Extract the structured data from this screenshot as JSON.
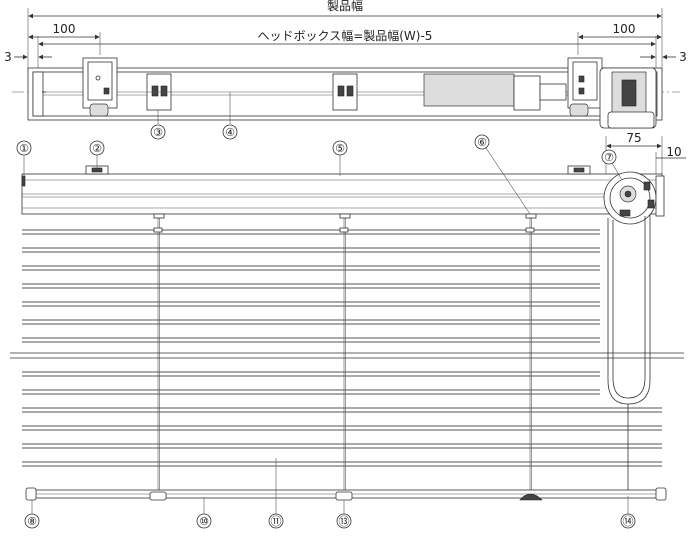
{
  "dimensions": {
    "overall_width_label": "製品幅",
    "headbox_label": "ヘッドボックス幅=製品幅(W)-5",
    "left_offset": "100",
    "right_offset": "100",
    "left_gap": "3",
    "right_gap": "3",
    "mechanism_width": "75",
    "mechanism_gap": "10"
  },
  "callouts": {
    "c1": "①",
    "c2": "②",
    "c3": "③",
    "c4": "④",
    "c5": "⑤",
    "c6": "⑥",
    "c7": "⑦",
    "c8": "⑧",
    "c10": "⑩",
    "c11": "⑪",
    "c13": "⑬",
    "c14": "⑭"
  }
}
